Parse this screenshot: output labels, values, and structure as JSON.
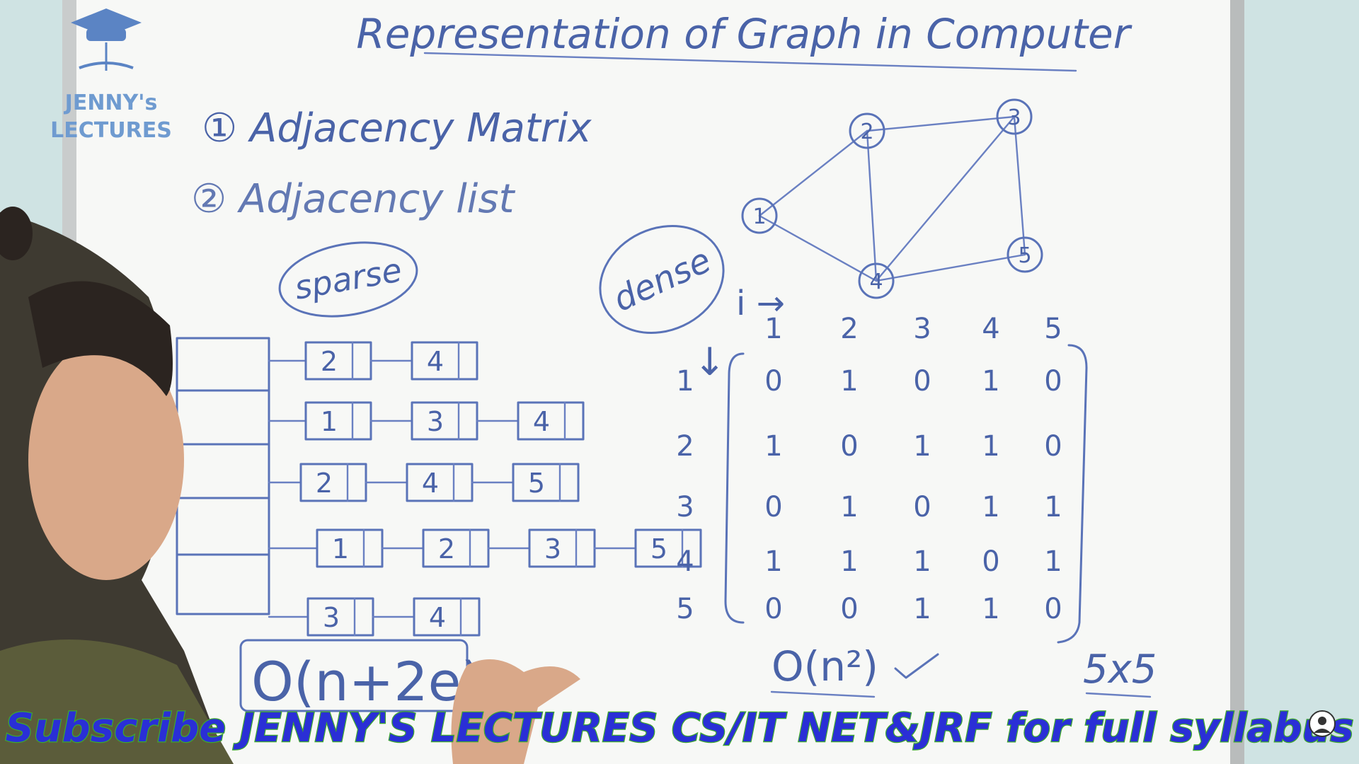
{
  "board": {
    "title": "Representation of Graph in Computer",
    "methods": [
      "① Adjacency Matrix",
      "② Adjacency list"
    ],
    "sparse_label": "sparse",
    "dense_label": "dense",
    "list_complexity": "O(n+2e)",
    "matrix_complexity": "O(n²)",
    "matrix_size": "5x5",
    "i_label": "i →",
    "j_arrow": "↓"
  },
  "graph": {
    "nodes": [
      "1",
      "2",
      "3",
      "4",
      "5"
    ],
    "edges": [
      [
        "1",
        "2"
      ],
      [
        "1",
        "4"
      ],
      [
        "2",
        "3"
      ],
      [
        "2",
        "4"
      ],
      [
        "3",
        "4"
      ],
      [
        "3",
        "5"
      ],
      [
        "4",
        "5"
      ]
    ]
  },
  "adjacency_list": [
    [
      "2",
      "4"
    ],
    [
      "1",
      "3",
      "4"
    ],
    [
      "2",
      "4",
      "5"
    ],
    [
      "1",
      "2",
      "3",
      "5"
    ],
    [
      "3",
      "4"
    ]
  ],
  "adjacency_matrix": {
    "headers": [
      "1",
      "2",
      "3",
      "4",
      "5"
    ],
    "rows": [
      [
        "0",
        "1",
        "0",
        "1",
        "0"
      ],
      [
        "1",
        "0",
        "1",
        "1",
        "0"
      ],
      [
        "0",
        "1",
        "0",
        "1",
        "1"
      ],
      [
        "1",
        "1",
        "1",
        "0",
        "1"
      ],
      [
        "0",
        "0",
        "1",
        "1",
        "0"
      ]
    ]
  },
  "logo": {
    "line1": "JENNY's",
    "line2": "LECTURES"
  },
  "caption": "Subscribe JENNY'S LECTURES CS/IT NET&JRF for full syllabus",
  "colors": {
    "ink": "#4a63a8",
    "board": "#f7f8f6",
    "caption_fill": "#2a2fd6",
    "caption_outline": "#3ea82e"
  }
}
